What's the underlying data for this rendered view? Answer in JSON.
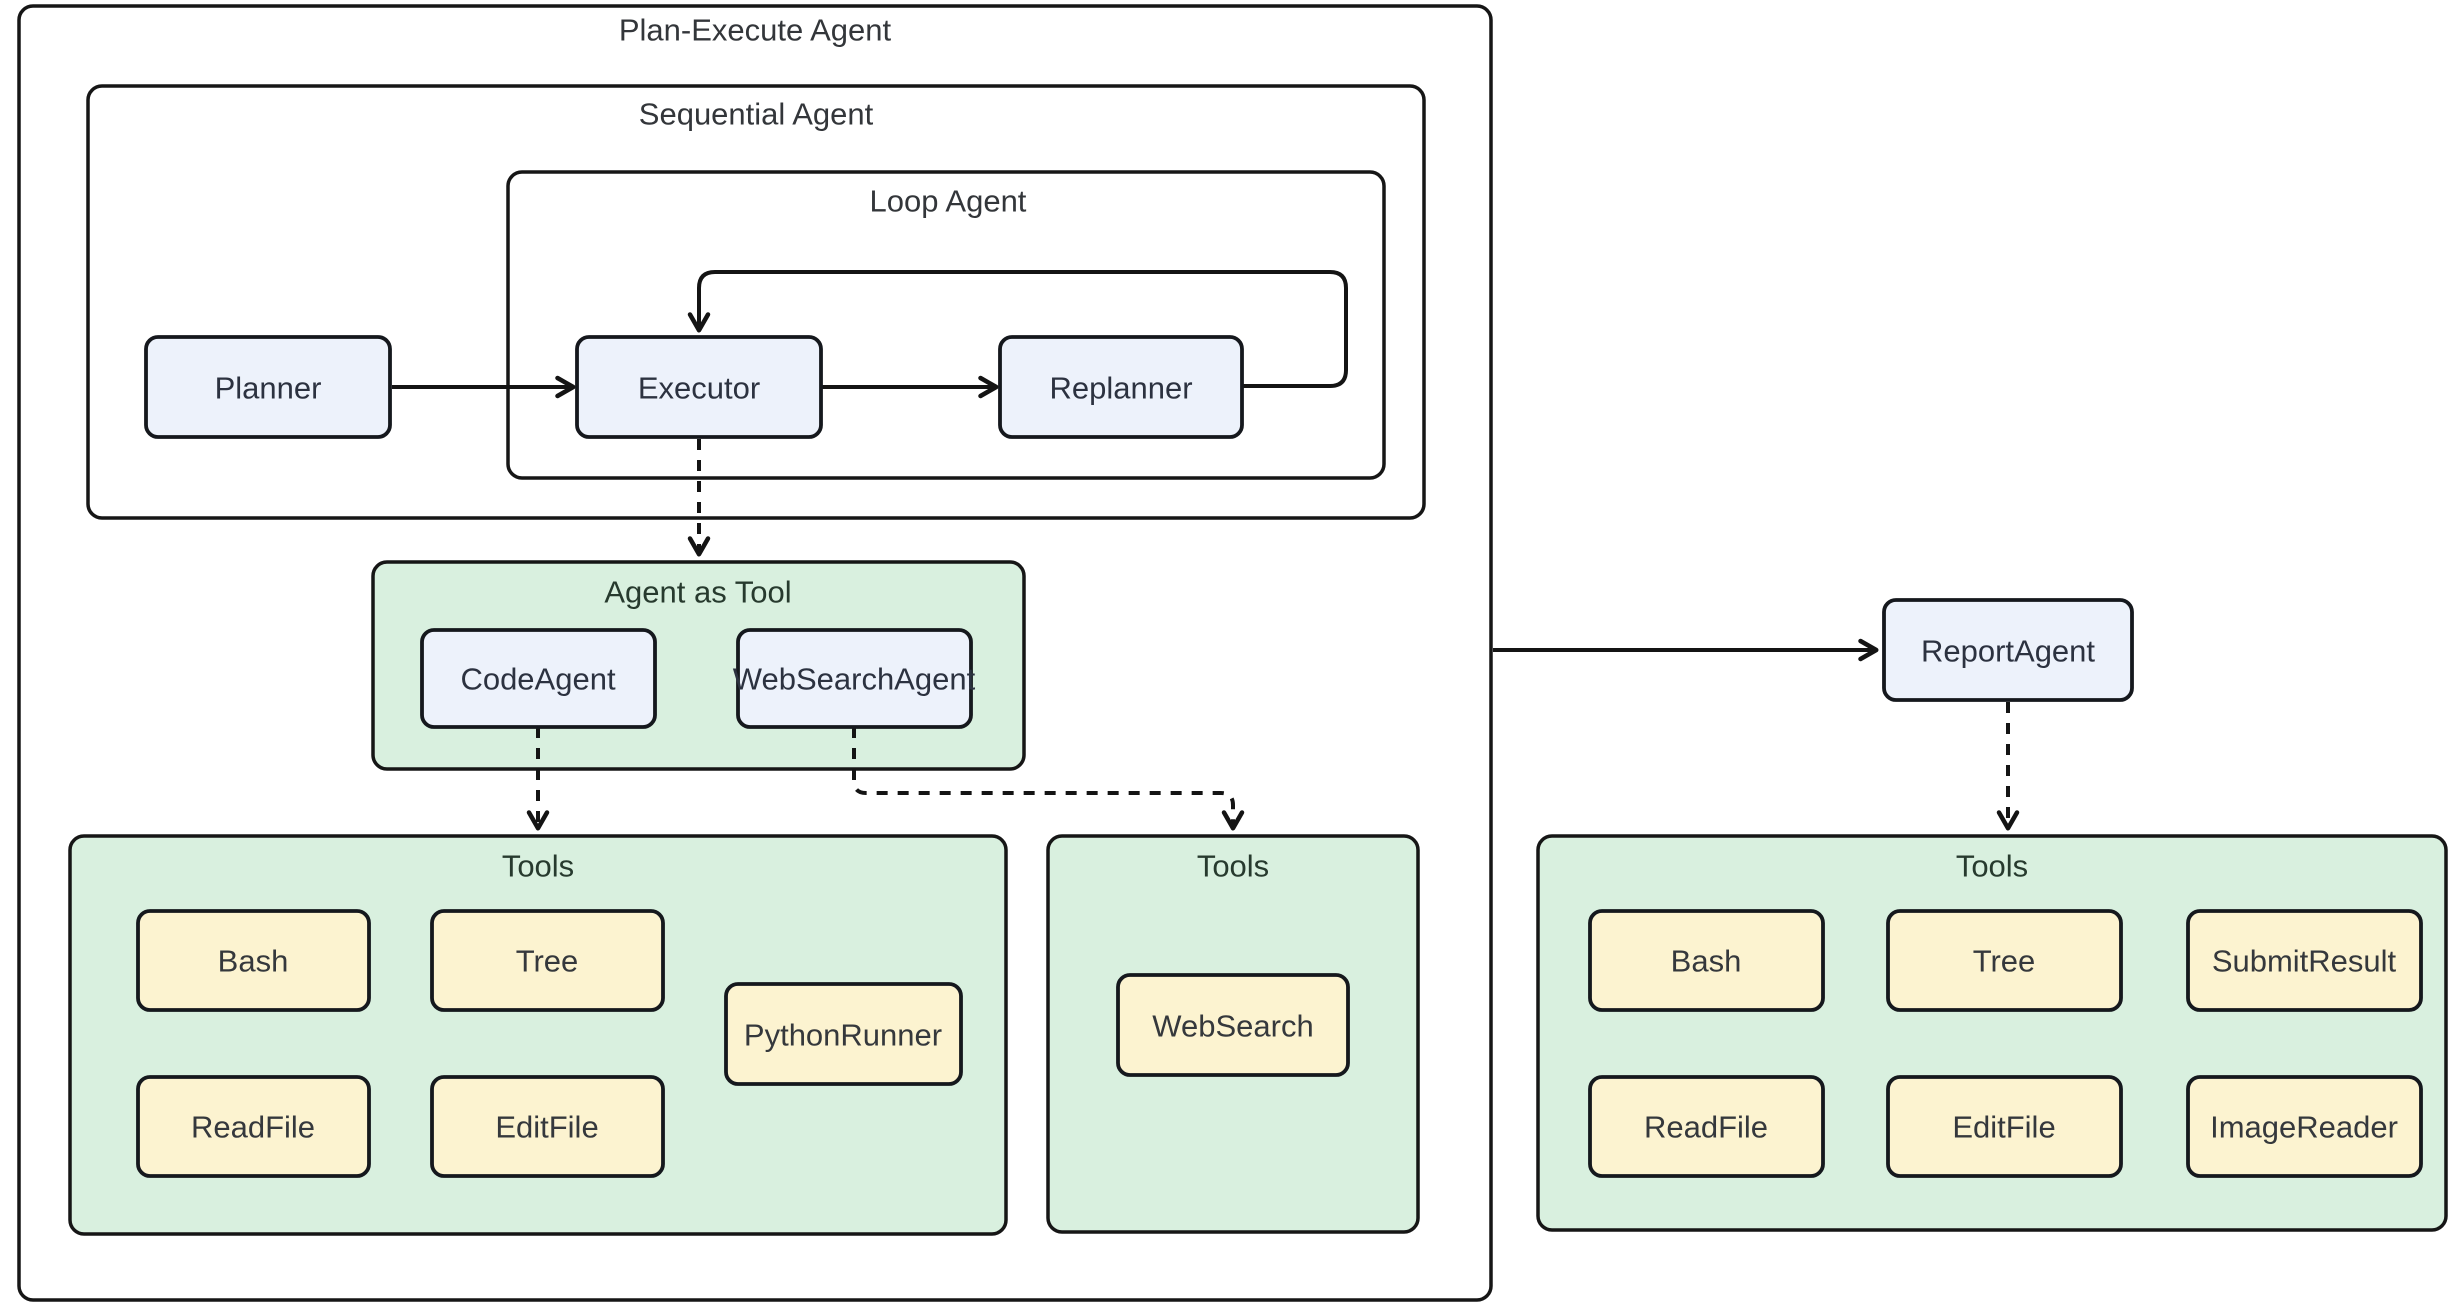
{
  "colors": {
    "background": "#ffffff",
    "border": "#161616",
    "agent_node_fill": "#edf2fb",
    "container_green_fill": "#d9f0df",
    "tool_node_fill": "#fcf3d0",
    "title_text": "#33363a",
    "green_title_text": "#273a2e",
    "agent_node_text": "#2c3240",
    "tool_node_text": "#35383c"
  },
  "outer_container": {
    "title": "Plan-Execute Agent"
  },
  "sequential_container": {
    "title": "Sequential Agent"
  },
  "loop_container": {
    "title": "Loop Agent"
  },
  "agents": {
    "planner": "Planner",
    "executor": "Executor",
    "replanner": "Replanner",
    "report_agent": "ReportAgent"
  },
  "agent_as_tool": {
    "title": "Agent as Tool",
    "agents": [
      "CodeAgent",
      "WebSearchAgent"
    ]
  },
  "executor_tools": {
    "title": "Tools",
    "items": [
      "Bash",
      "Tree",
      "PythonRunner",
      "ReadFile",
      "EditFile"
    ]
  },
  "websearch_tools": {
    "title": "Tools",
    "items": [
      "WebSearch"
    ]
  },
  "report_tools": {
    "title": "Tools",
    "items": [
      "Bash",
      "Tree",
      "SubmitResult",
      "ReadFile",
      "EditFile",
      "ImageReader"
    ]
  },
  "edges": [
    {
      "from": "Planner",
      "to": "Executor",
      "style": "solid-arrow"
    },
    {
      "from": "Executor",
      "to": "Replanner",
      "style": "solid-arrow"
    },
    {
      "from": "Replanner",
      "to": "Executor",
      "style": "solid-arrow-loop-back"
    },
    {
      "from": "Executor",
      "to": "Agent as Tool",
      "style": "dashed-arrow"
    },
    {
      "from": "CodeAgent",
      "to": "Tools (executor)",
      "style": "dashed-arrow"
    },
    {
      "from": "WebSearchAgent",
      "to": "Tools (websearch)",
      "style": "dashed-arrow"
    },
    {
      "from": "Plan-Execute Agent",
      "to": "ReportAgent",
      "style": "solid-arrow"
    },
    {
      "from": "ReportAgent",
      "to": "Tools (report)",
      "style": "dashed-arrow"
    }
  ]
}
